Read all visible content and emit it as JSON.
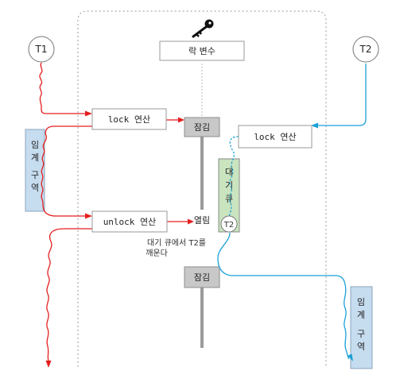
{
  "lock_variable": {
    "label": "락 변수",
    "icon": "key-icon"
  },
  "threads": {
    "t1": "T1",
    "t2": "T2",
    "queued": "T2"
  },
  "operations": {
    "t1_lock": "lock 연산",
    "t1_unlock": "unlock 연산",
    "t2_lock": "lock 연산"
  },
  "states": {
    "locked_1": "잠김",
    "unlocked": "열림",
    "locked_2": "잠김"
  },
  "wait_queue": {
    "label": [
      "대",
      "기",
      "큐"
    ]
  },
  "critical_section_t1": {
    "label": [
      "임",
      "계",
      "구",
      "역"
    ]
  },
  "critical_section_t2": {
    "label": [
      "임",
      "계",
      "구",
      "역"
    ]
  },
  "note": {
    "lines": [
      "대기 큐에서 T2를",
      "깨운다"
    ]
  },
  "colors": {
    "t1_path": "#e31f1f",
    "t2_path": "#1ba1d8",
    "queue": "#c9e4bf",
    "critical": "#c6dcef"
  }
}
